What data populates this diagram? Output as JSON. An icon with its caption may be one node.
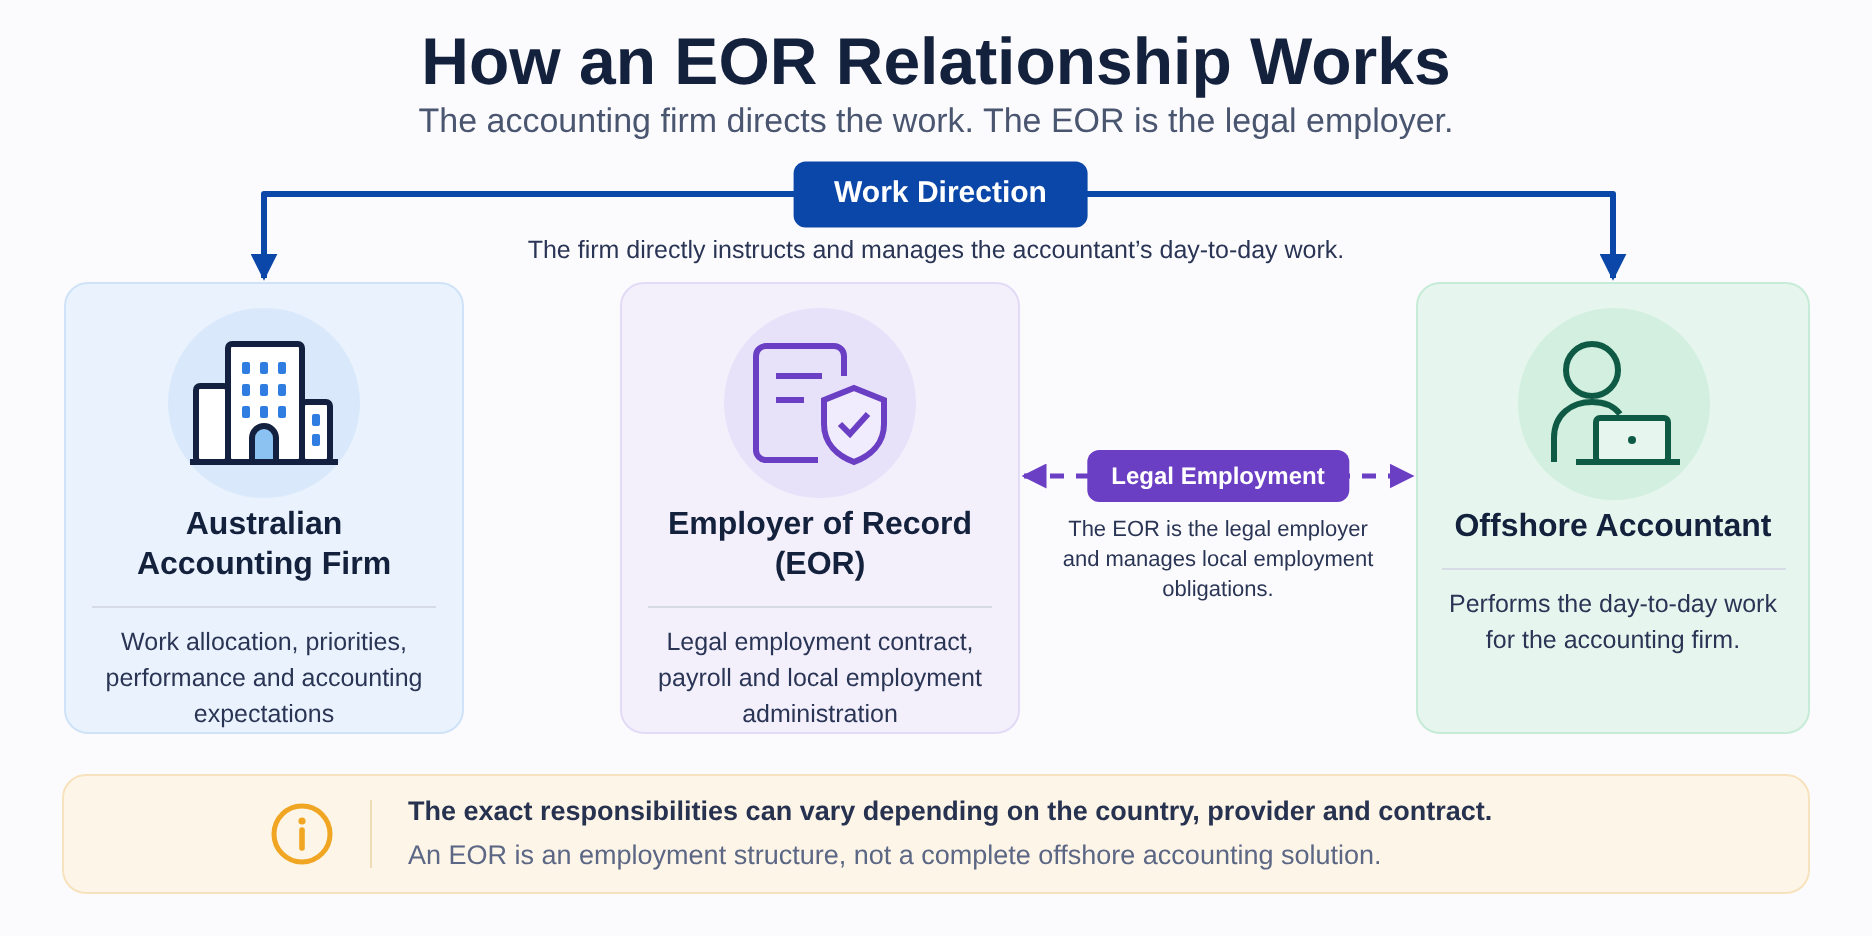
{
  "diagram": {
    "title": "How an EOR Relationship Works",
    "nodes": [
      {
        "text": [
          "Australian Accounting Firm",
          "Work allocation, priorities, performance and accounting expectations"
        ]
      },
      {
        "text": [
          "Employer of Record (EOR)",
          "Legal employment contract, payroll and local employment administration"
        ]
      },
      {
        "text": [
          "Offshore Accountant",
          "Performs the day-to-day work for the accounting firm."
        ]
      },
      {
        "text": [
          "The exact responsibilities can vary depending on the country, provider and contract.",
          "An EOR is an employment structure, not a complete offshore accounting solution."
        ]
      }
    ],
    "edges": [
      {
        "from": 0,
        "to": 2,
        "arrow": "both",
        "label": "Work Direction"
      },
      {
        "from": 1,
        "to": 2,
        "arrow": "both",
        "label": "Legal Employment",
        "style": "dashed",
        "color": "#6b3fc4"
      }
    ],
    "labels": [
      "The accounting firm directs the work. The EOR is the legal employer.",
      "The firm directly instructs and manages the accountant’s day-to-day work.",
      "The EOR is the legal employer and manages local employment obligations."
    ]
  }
}
